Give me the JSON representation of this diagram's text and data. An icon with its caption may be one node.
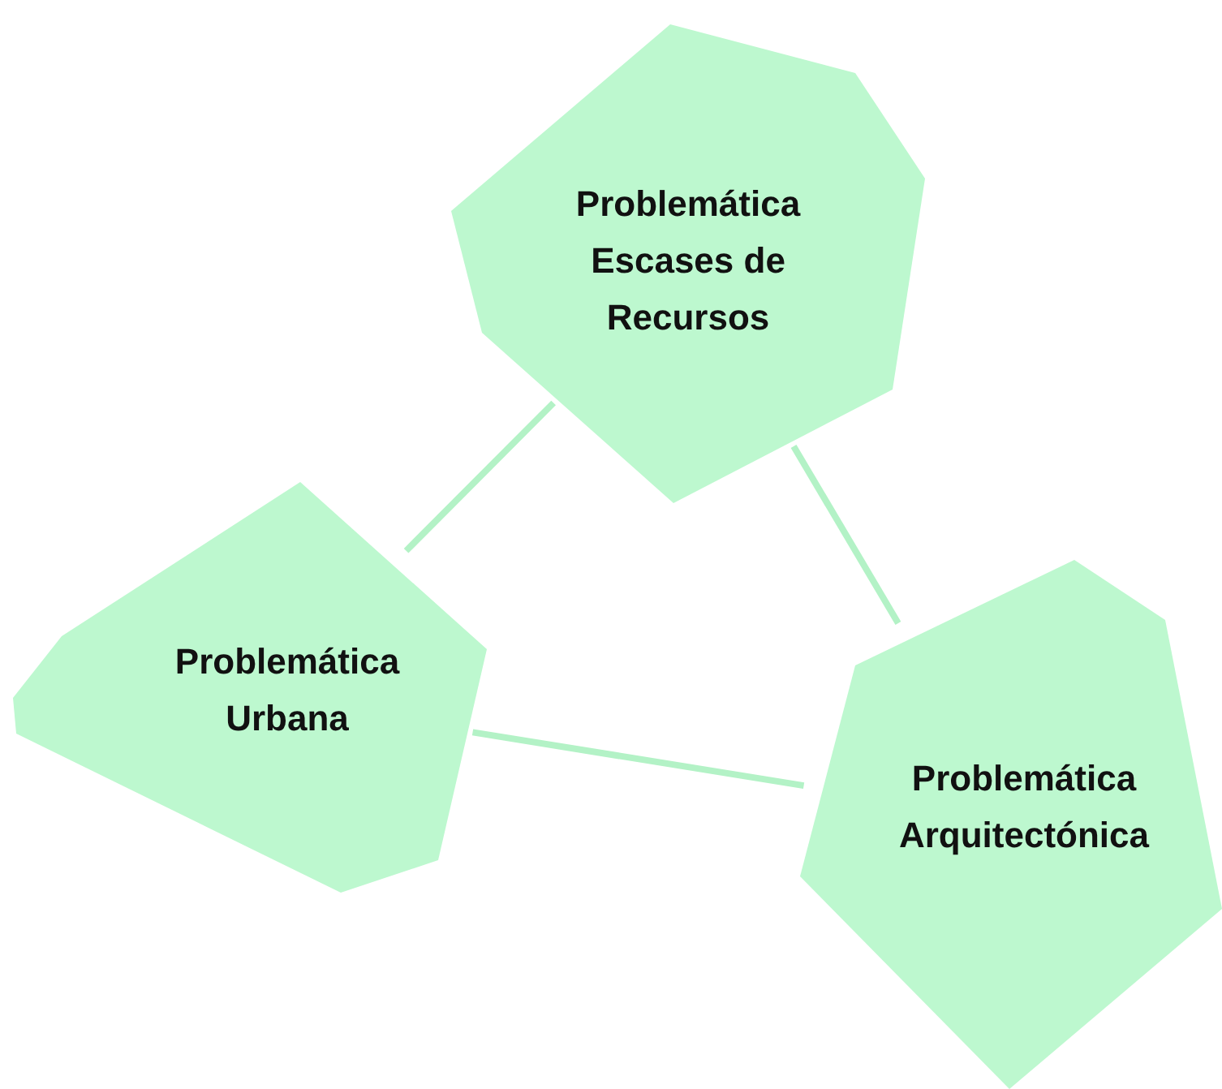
{
  "diagram": {
    "nodes": [
      {
        "text": [
          "Problemática Escases de Recursos"
        ]
      },
      {
        "text": [
          "Problemática Urbana"
        ]
      },
      {
        "text": [
          "Problemática Arquitectónica"
        ]
      }
    ],
    "edges": [
      {
        "from": 0,
        "to": 1,
        "arrow": "none"
      },
      {
        "from": 0,
        "to": 2,
        "arrow": "none"
      },
      {
        "from": 1,
        "to": 2,
        "arrow": "none"
      }
    ]
  }
}
